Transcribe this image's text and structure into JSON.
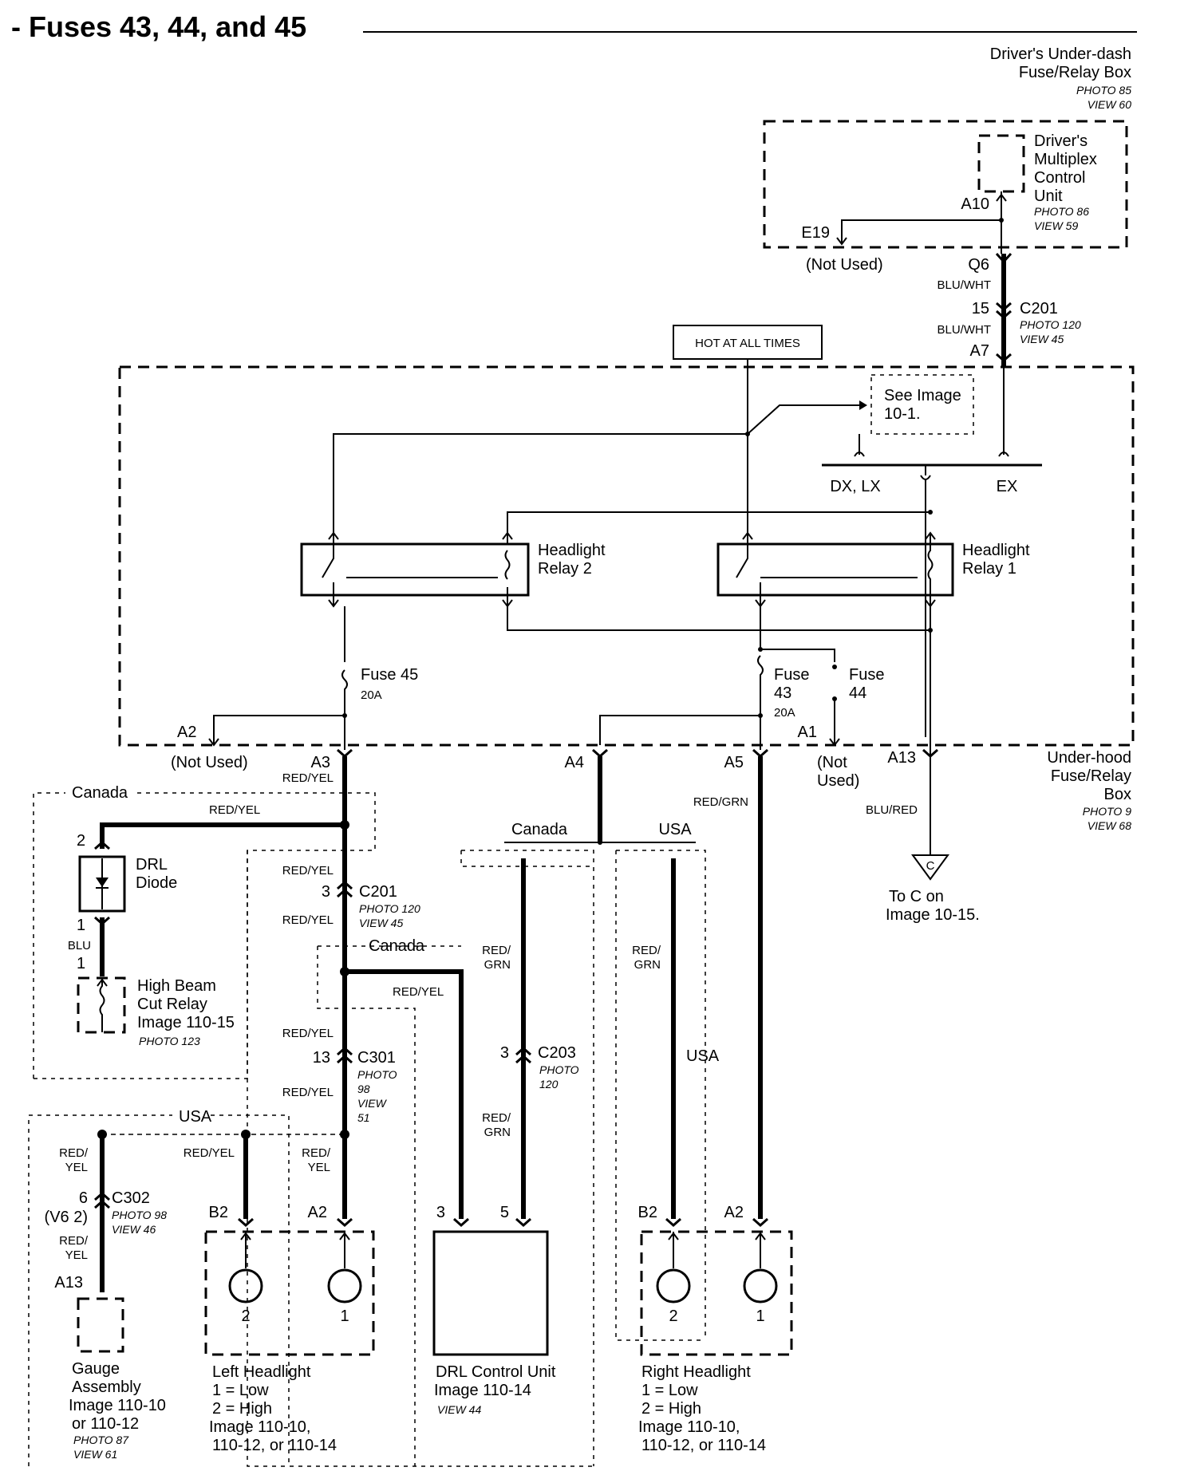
{
  "title": "- Fuses 43, 44, and 45",
  "drivers_box": {
    "name_line1": "Driver's Under-dash",
    "name_line2": "Fuse/Relay Box",
    "photo": "PHOTO 85",
    "view": "VIEW 60",
    "mcu_line1": "Driver's",
    "mcu_line2": "Multiplex",
    "mcu_line3": "Control",
    "mcu_line4": "Unit",
    "mcu_photo": "PHOTO 86",
    "mcu_view": "VIEW 59",
    "pin_a10": "A10",
    "pin_e19": "E19",
    "not_used": "(Not Used)",
    "pin_q6": "Q6"
  },
  "upper_harness": {
    "wire1": "BLU/WHT",
    "pin15": "15",
    "c201": "C201",
    "c201_photo": "PHOTO 120",
    "c201_view": "VIEW 45",
    "wire2": "BLU/WHT",
    "pin_a7": "A7"
  },
  "hot_at_all_times": "HOT AT ALL TIMES",
  "see_image_line1": "See Image",
  "see_image_line2": "10-1.",
  "dx_lx": "DX, LX",
  "ex": "EX",
  "relay2_line1": "Headlight",
  "relay2_line2": "Relay 2",
  "relay1_line1": "Headlight",
  "relay1_line2": "Relay 1",
  "fuse45_label": "Fuse  45",
  "fuse45_rating": "20A",
  "fuse43_line1": "Fuse",
  "fuse43_line2": "43",
  "fuse43_rating": "20A",
  "fuse44_line1": "Fuse",
  "fuse44_line2": "44",
  "underhood": {
    "pin_a2": "A2",
    "pin_a3": "A3",
    "pin_a4": "A4",
    "pin_a5": "A5",
    "pin_a1": "A1",
    "pin_a13": "A13",
    "a2_not_used": "(Not Used)",
    "a1_not_used_line1": "(Not",
    "a1_not_used_line2": "Used)",
    "name_line1": "Under-hood",
    "name_line2": "Fuse/Relay",
    "name_line3": "Box",
    "photo": "PHOTO 9",
    "view": "VIEW 68"
  },
  "wires": {
    "a3_red_yel": "RED/YEL",
    "drl_red_yel": "RED/YEL",
    "red_grn": "RED/GRN",
    "blu_red": "BLU/RED",
    "c201_top_red_yel": "RED/YEL",
    "c201_bot_red_yel": "RED/YEL",
    "canada2_red_yel": "RED/YEL",
    "c301_top_red_yel": "RED/YEL",
    "c301_bot_red_yel": "RED/YEL",
    "drl_grn_top_1": "RED/",
    "drl_grn_top_2": "GRN",
    "drl_grn_bot_1": "RED/",
    "drl_grn_bot_2": "GRN",
    "usa_grn_1": "RED/",
    "usa_grn_2": "GRN",
    "gauge_top_1": "RED/",
    "gauge_top_2": "YEL",
    "gauge_bot_1": "RED/",
    "gauge_bot_2": "YEL",
    "lh_b2": "RED/YEL",
    "lh_a2_1": "RED/",
    "lh_a2_2": "YEL",
    "blu": "BLU"
  },
  "canada_label_1": "Canada",
  "canada_label_2": "Canada",
  "canada_label_3": "Canada",
  "usa_label_1": "USA",
  "usa_label_2": "USA",
  "usa_label_3": "USA",
  "to_c": {
    "letter": "C",
    "line1": "To C on",
    "line2": "Image 10-15."
  },
  "drl_diode": {
    "pin2": "2",
    "pin1": "1",
    "line1": "DRL",
    "line2": "Diode"
  },
  "high_beam_cut": {
    "pin1": "1",
    "line1": "High Beam",
    "line2": "Cut Relay",
    "line3": "Image 110-15",
    "photo": "PHOTO 123"
  },
  "c201_mid": {
    "pin": "3",
    "name": "C201",
    "photo": "PHOTO 120",
    "view": "VIEW 45"
  },
  "c301": {
    "pin": "13",
    "name": "C301",
    "photo1": "PHOTO",
    "photo2": "98",
    "view1": "VIEW",
    "view2": "51"
  },
  "c302": {
    "pin": "6",
    "pin_v6": "(V6 2)",
    "name": "C302",
    "photo": "PHOTO 98",
    "view": "VIEW 46"
  },
  "c203": {
    "pin": "3",
    "name": "C203",
    "photo1": "PHOTO",
    "photo2": "120"
  },
  "gauge": {
    "pin": "A13",
    "line1": "Gauge",
    "line2": "Assembly",
    "line3": "Image 110-10",
    "line4": "or 110-12",
    "photo": "PHOTO 87",
    "view": "VIEW 61"
  },
  "left_headlight": {
    "pin_b2": "B2",
    "pin_a2": "A2",
    "bulb2": "2",
    "bulb1": "1",
    "line1": "Left Headlight",
    "line2": "1 = Low",
    "line3": "2 = High",
    "line4": "Image 110-10,",
    "line5": "110-12, or 110-14"
  },
  "drl_unit": {
    "pin3": "3",
    "pin5": "5",
    "line1": "DRL Control Unit",
    "line2": "Image 110-14",
    "view": "VIEW 44"
  },
  "right_headlight": {
    "pin_b2": "B2",
    "pin_a2": "A2",
    "bulb2": "2",
    "bulb1": "1",
    "line1": "Right Headlight",
    "line2": "1 = Low",
    "line3": "2 = High",
    "line4": "Image 110-10,",
    "line5": "110-12, or 110-14"
  }
}
